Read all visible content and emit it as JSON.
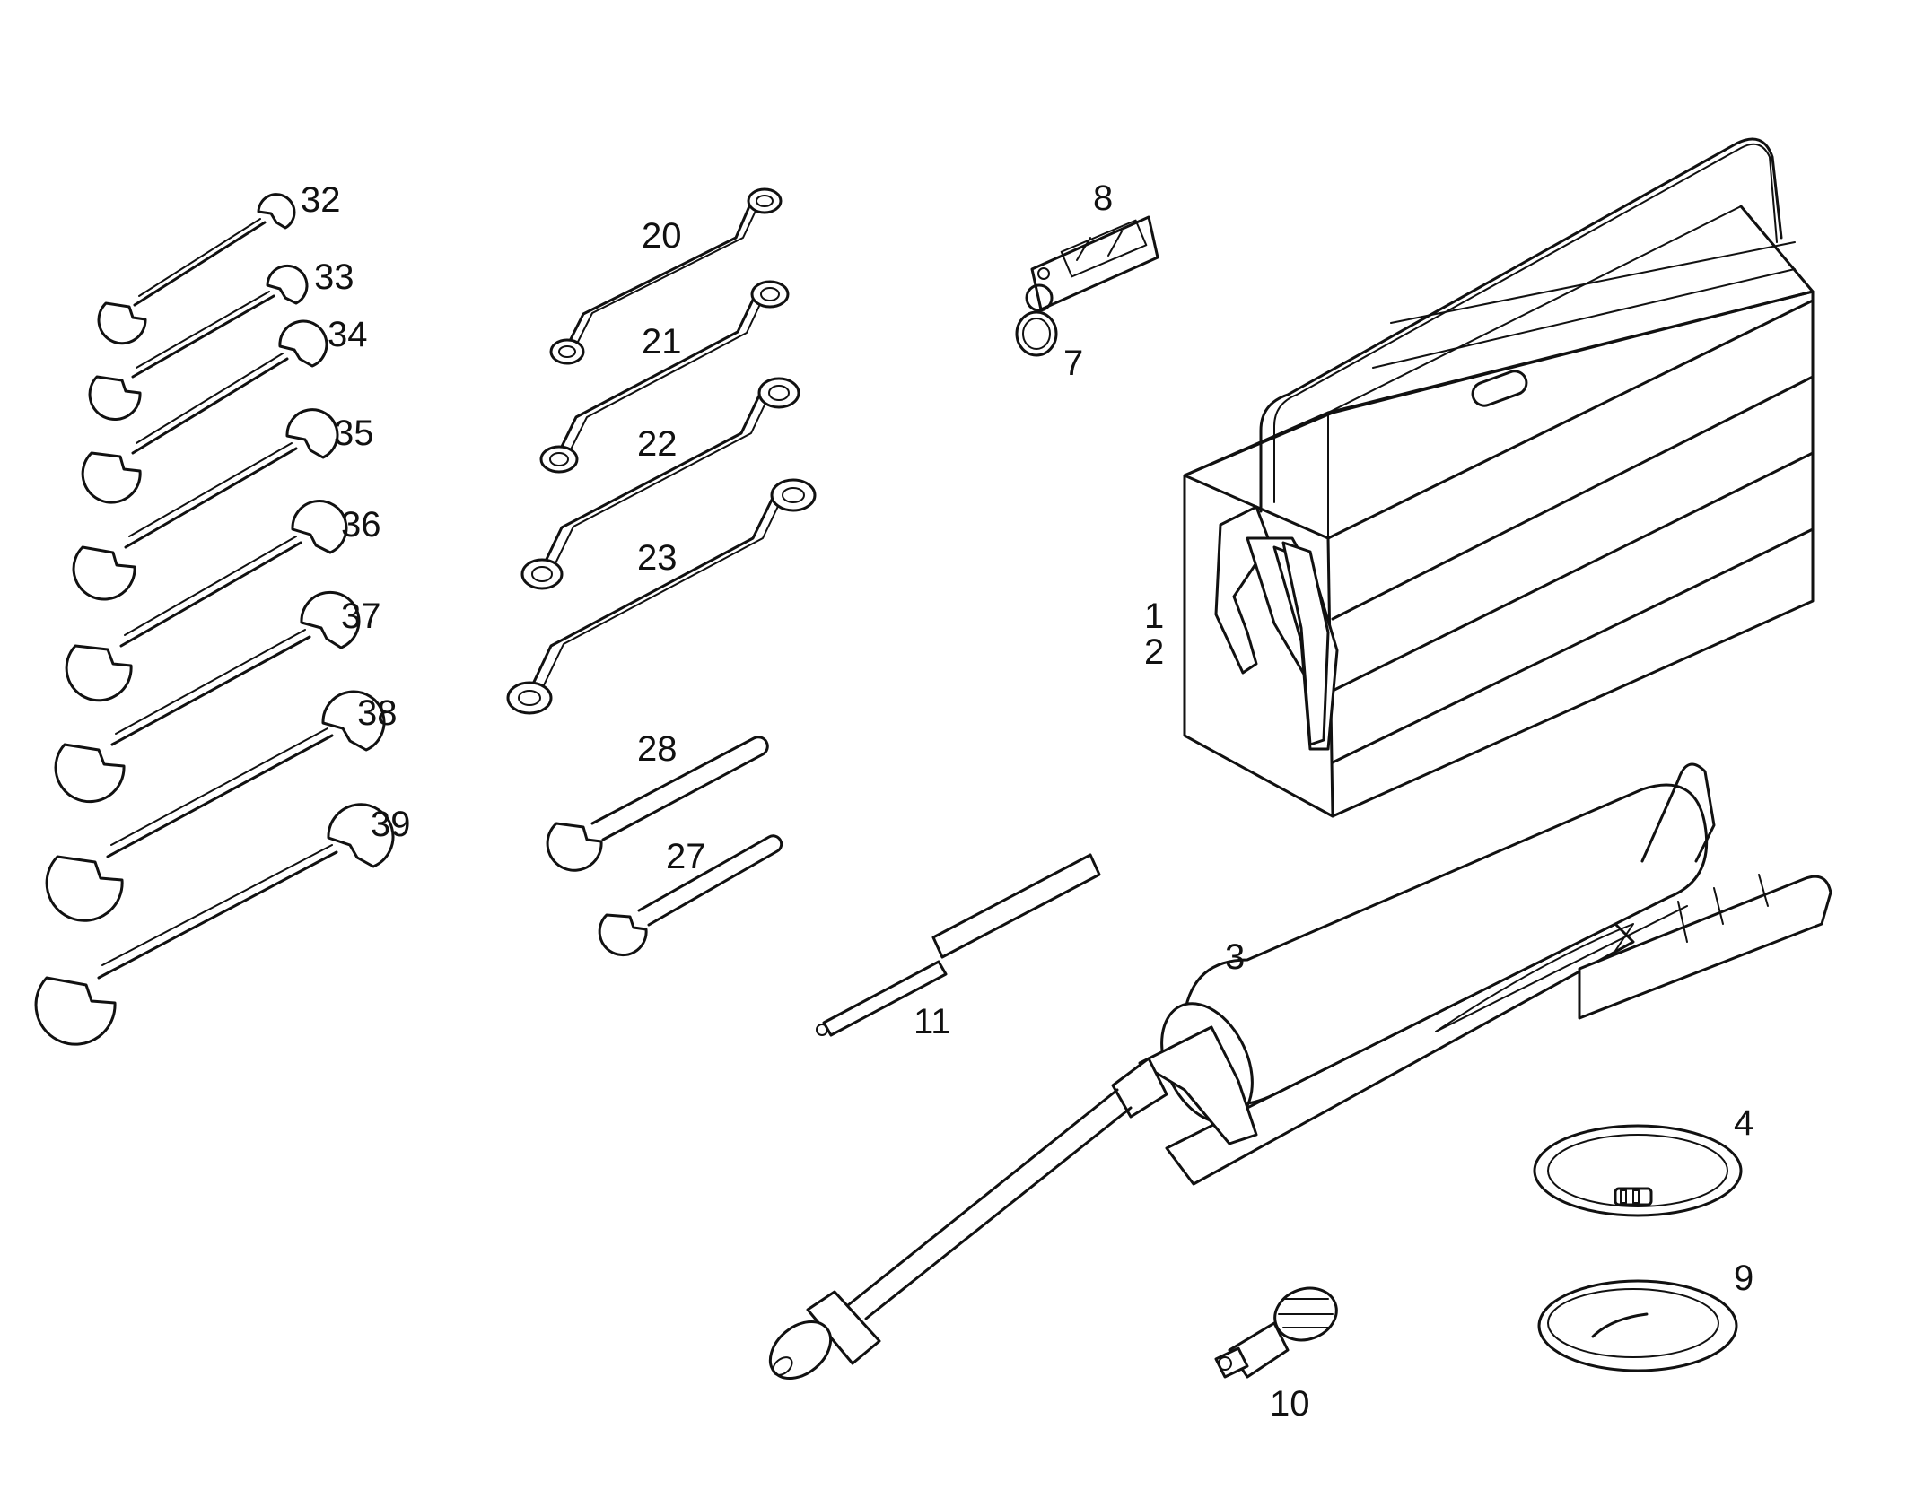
{
  "diagram": {
    "callouts": {
      "n1": "1",
      "n2": "2",
      "n3": "3",
      "n4": "4",
      "n7": "7",
      "n8": "8",
      "n9": "9",
      "n10": "10",
      "n11": "11",
      "n20": "20",
      "n21": "21",
      "n22": "22",
      "n23": "23",
      "n27": "27",
      "n28": "28",
      "n32": "32",
      "n33": "33",
      "n34": "34",
      "n35": "35",
      "n36": "36",
      "n37": "37",
      "n38": "38",
      "n39": "39"
    }
  }
}
